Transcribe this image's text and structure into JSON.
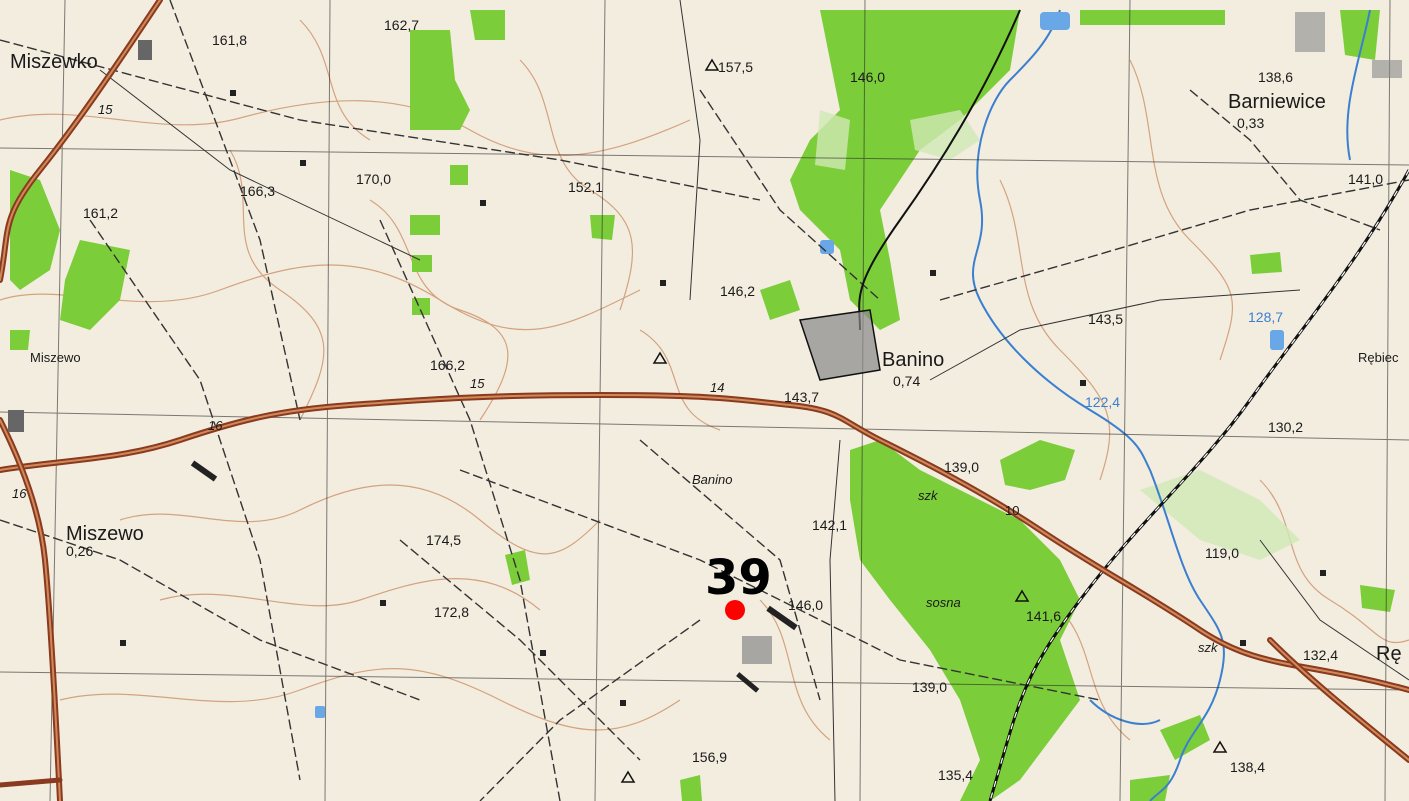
{
  "marker": {
    "number": "39",
    "color": "#ff0000"
  },
  "places": [
    {
      "id": "miszewko",
      "name": "Miszewko"
    },
    {
      "id": "miszewo-town",
      "name": "Miszewo",
      "value": "0,26"
    },
    {
      "id": "miszewo-small",
      "name": "Miszewo"
    },
    {
      "id": "banino",
      "name": "Banino",
      "value": "0,74"
    },
    {
      "id": "banino-small",
      "name": "Banino"
    },
    {
      "id": "barniewice",
      "name": "Barniewice",
      "value": "0,33"
    },
    {
      "id": "rebiec",
      "name": "Rębiec"
    },
    {
      "id": "re-edge",
      "name": "Rę"
    }
  ],
  "elevations": [
    "162,7",
    "161,8",
    "157,5",
    "146,0",
    "138,6",
    "170,0",
    "166,3",
    "152,1",
    "161,2",
    "141,0",
    "146,2",
    "143,5",
    "166,2",
    "143,7",
    "139,0",
    "130,2",
    "174,5",
    "142,1",
    "119,0",
    "172,8",
    "146,0",
    "141,6",
    "132,4",
    "139,0",
    "156,9",
    "138,4",
    "135,4"
  ],
  "water_values": [
    "128,7",
    "122,4"
  ],
  "road_numbers": [
    "15",
    "16",
    "16",
    "15",
    "14",
    "10"
  ],
  "vegetation": {
    "sosna": "sosna",
    "szk1": "szk",
    "szk2": "szk"
  },
  "colors": {
    "paper": "#f3ede0",
    "forest": "#7ccd3a",
    "road": "#8a3a1f",
    "contour": "#c98a5e",
    "water": "#3b7fd0",
    "grid": "#2a2a2a"
  }
}
